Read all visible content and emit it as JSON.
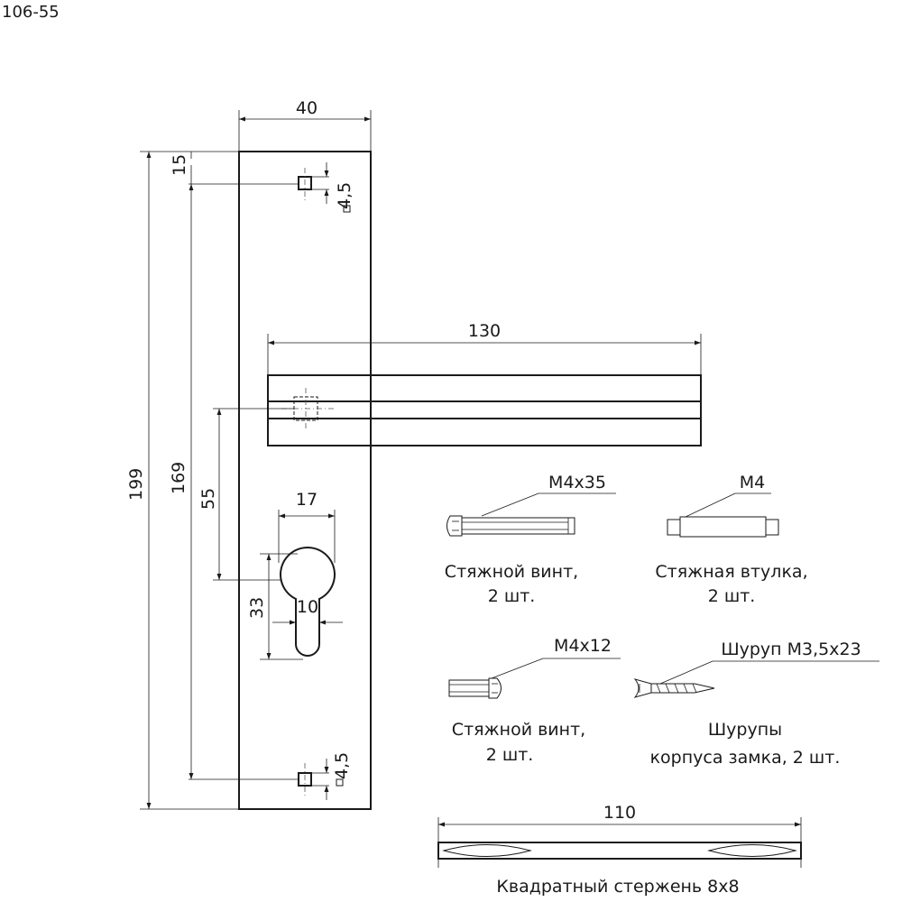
{
  "drawing_id": "106-55",
  "dimensions": {
    "plate_width": "40",
    "top_offset": "15",
    "hole_size_top": "4,5",
    "hole_size_bottom": "4,5",
    "lever_length": "130",
    "plate_height": "199",
    "hole_spacing": "169",
    "handle_to_cylinder": "55",
    "cylinder_width": "17",
    "cylinder_height": "33",
    "cylinder_slot": "10",
    "rod_length": "110"
  },
  "parts": [
    {
      "spec": "M4x35",
      "caption_line1": "Стяжной винт,",
      "caption_line2": "2 шт."
    },
    {
      "spec": "M4",
      "caption_line1": "Стяжная втулка,",
      "caption_line2": "2 шт."
    },
    {
      "spec": "M4x12",
      "caption_line1": "Стяжной винт,",
      "caption_line2": "2 шт."
    },
    {
      "spec": "Шуруп М3,5x23",
      "caption_line1": "Шурупы",
      "caption_line2": "корпуса замка, 2 шт."
    }
  ],
  "rod": {
    "caption": "Квадратный стержень 8x8"
  }
}
